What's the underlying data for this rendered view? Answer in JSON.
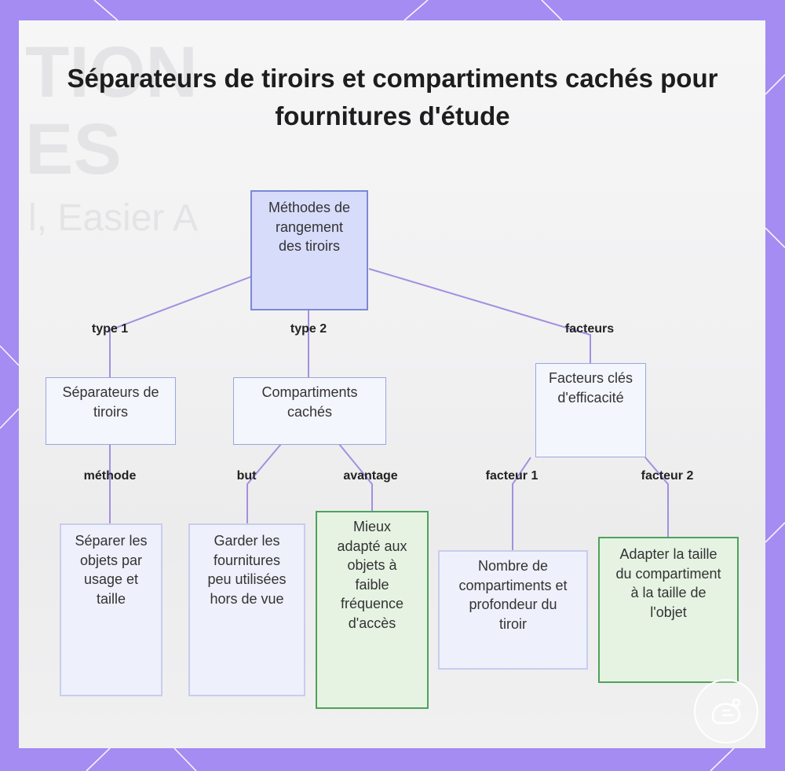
{
  "title": "Séparateurs de tiroirs et compartiments cachés pour fournitures d'étude",
  "background": {
    "ghost_lines": [
      "TION",
      "ES",
      "l, Easier A"
    ]
  },
  "nodes": {
    "root": "Méthodes de rangement des tiroirs",
    "separators": "Séparateurs de tiroirs",
    "hidden": "Compartiments cachés",
    "factors": "Facteurs clés d'efficacité",
    "separate": "Séparer les objets par usage et taille",
    "keep": "Garder les fournitures peu utilisées hors de vue",
    "better": "Mieux adapté aux objets à faible fréquence d'accès",
    "count": "Nombre de compartiments et profondeur du tiroir",
    "adapt": "Adapter la taille du compartiment à la taille de l'objet"
  },
  "edge_labels": {
    "type1": "type 1",
    "type2": "type 2",
    "facteurs": "facteurs",
    "methode": "méthode",
    "but": "but",
    "avantage": "avantage",
    "facteur1": "facteur 1",
    "facteur2": "facteur 2"
  },
  "colors": {
    "frame": "#a48cf2",
    "edge": "#a38fe0",
    "root_fill": "#d8dcfb",
    "node_fill": "#f4f6fd",
    "green_border": "#4ea25a",
    "green_fill": "#e6f3e3"
  },
  "icons": {
    "watermark": "logo-seal-icon"
  }
}
